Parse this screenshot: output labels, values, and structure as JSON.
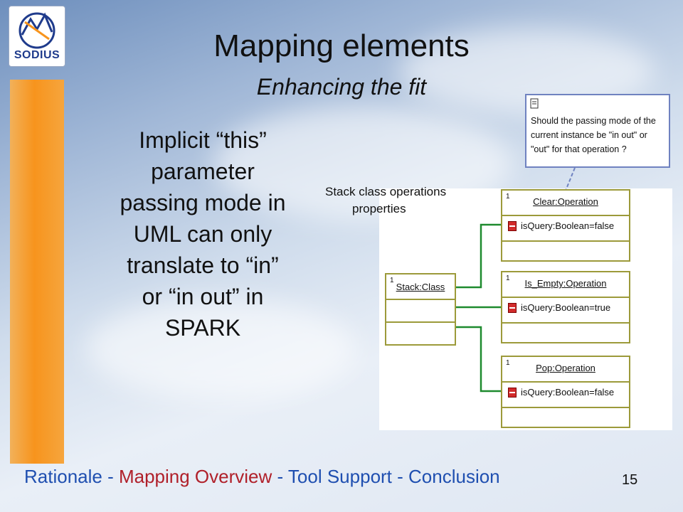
{
  "logo": {
    "text": "SODIUS"
  },
  "title": "Mapping elements",
  "subtitle": "Enhancing the fit",
  "body": "Implicit “this”\n parameter\npassing mode in\nUML can only\ntranslate to “in”\nor “in out” in\nSPARK",
  "note": {
    "text": "Should the passing mode of the\ncurrent instance be \"in out\" or\n\"out\" for that operation ?"
  },
  "diagram_label": {
    "line1": "Stack class operations",
    "line2": "properties"
  },
  "stack_class": {
    "num": "1",
    "name": "Stack:Class"
  },
  "operations": [
    {
      "num": "1",
      "name": "Clear:Operation",
      "attr": "isQuery:Boolean=false"
    },
    {
      "num": "1",
      "name": "Is_Empty:Operation",
      "attr": "isQuery:Boolean=true"
    },
    {
      "num": "1",
      "name": "Pop:Operation",
      "attr": "isQuery:Boolean=false"
    }
  ],
  "footer": {
    "rationale": "Rationale",
    "sep1": " - ",
    "mapping": "Mapping Overview",
    "sep2": " - ",
    "tool": "Tool Support",
    "sep3": " - ",
    "conclusion": "Conclusion"
  },
  "page_number": "15",
  "colors": {
    "accent_orange": "#f7941d",
    "footer_blue": "#1f4fb0",
    "footer_red": "#b0202a",
    "box_border": "#9c9a3a",
    "connector_green": "#1e8a2e",
    "note_border": "#6f82c0"
  }
}
